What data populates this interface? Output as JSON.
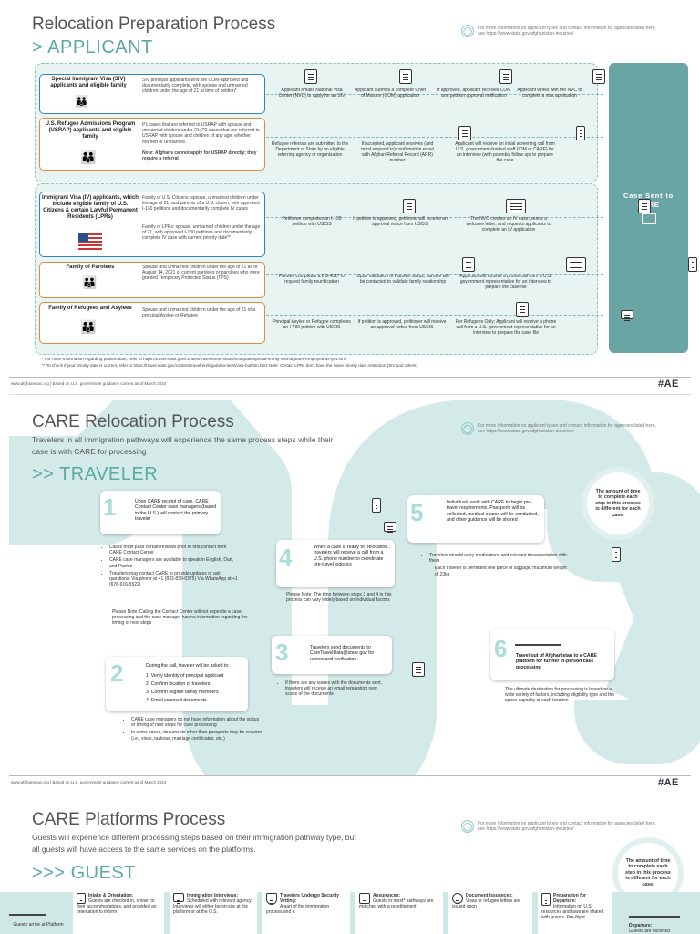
{
  "s1": {
    "title": "Relocation Preparation Process",
    "subtitle": "> APPLICANT",
    "info": "For more information on applicant types and contact information for agencies listed here, see https://www.state.gov/afghanistan-inquiries/",
    "case_sent": "Case Sent to CARE",
    "rows": [
      {
        "title": "Special Immigrant Visa (SIV) applicants and eligible family",
        "desc": "SIV principal applicants who are COM-approved and documentarily complete, with spouse and unmarried children under the age of 21 at time of petition*",
        "steps": [
          "Applicant emails National Visa Center (NVC) to apply for an SIV",
          "Applicant submits a complete Chief of Mission (COM) application",
          "If approved, applicant receives COM and petition approval notification",
          "Applicant works with the NVC to complete a visa application"
        ]
      },
      {
        "title": "U.S. Refugee Admissions Program (USRAP) applicants and eligible family",
        "desc": "P1 cases that are referred to USRAP with spouse and unmarried children under 21; P2 cases that are referred to USRAP with spouse and children of any age, whether married or unmarried.",
        "note": "Note: Afghans cannot apply for USRAP directly; they require a referral",
        "steps": [
          "Refugee referrals are submitted to the Department of State by an eligible referring agency or organization",
          "If accepted, applicant receives (and must respond to) confirmation email with Afghan Referral Record (ARR) number",
          "Applicant will receive an initial screening call from U.S. government-funded staff (IOM or CARE) for an interview (with potential follow up) to prepare the case"
        ]
      },
      {
        "title": "Immigrant Visa (IV) applicants, which include eligible family of U.S. Citizens & certain Lawful Permanent Residents (LPRs)",
        "desc": "Family of U.S. Citizens: spouse, unmarried children under the age of 21, and parents of a U.S. citizen, with approved I-130 petitions and documentarily complete IV cases",
        "desc2": "Family of LPRs: spouse, unmarried children under the age of 21, with approved I-130 petitions and documentarily complete IV case with current priority date**",
        "steps": [
          "Petitioner completes an I-130 petition with USCIS",
          "If petition is approved, petitioner will receive an approval notice from USCIS",
          "The NVC creates an IV case, sends a welcome letter, and requests applicants to complete an IV application"
        ]
      },
      {
        "title": "Family of Parolees",
        "desc": "Spouse and unmarried children under the age of 21 as of August 14, 2021 of current parolees or parolees who were granted Temporary Protected Status (TPS)",
        "steps": [
          "Parolee completes a DS-4317 to request family reunification",
          "Upon validation of Parolee status, parolee will be contacted to validate family relationship",
          "Applicant will receive a phone call from a U.S. government representative for an interview to prepare the case file"
        ]
      },
      {
        "title": "Family of Refugees and Asylees",
        "desc": "Spouse and unmarried children under the age of 21 of a principal Asylee or Refugee",
        "steps": [
          "Principal Asylee or Refugee completes an I-730 petition with USCIS",
          "If petition is approved, petitioner will receive an approval notice from USCIS",
          "For Refugees Only: Applicant will receive a phone call from a U.S. government representative for an interview to prepare the case file"
        ]
      }
    ],
    "footnote1": "*   For more information regarding petition date, refer to https://travel.state.gov/content/travel/en/us-visas/immigrate/special-immig-visa-afghans-employed-us-gov.html",
    "footnote2": "**  To check if your priority date is current, refer to https://travel.state.gov/content/travel/en/legal/visa-law0/visa-bulletin.html  Note: Certain LPRs don't have the same priority date restriction (SIV and others)"
  },
  "footer": {
    "left": "www.afghanevac.org   |   Based on U.S. government guidance current as of March 2024",
    "logo": "#AE"
  },
  "s2": {
    "title": "CARE Relocation Process",
    "intro": "Travelers in all immigration pathways will experience the same process steps while their case is with CARE for processing",
    "subtitle": ">> TRAVELER",
    "info": "For more information on applicant types and contact information for agencies listed here, see https://www.state.gov/afghanistan-inquiries/",
    "clock": "The amount of time to complete each step in this process is different for each case.",
    "step1": {
      "num": "1",
      "text": "Upon CARE receipt of case, CARE Contact Center case managers (based in the U.S.) will contact the primary traveler",
      "bullets": [
        "Cases must pass certain reviews prior to first contact from CARE Contact Center",
        "CARE case managers are available to speak in English, Dari, and Pashto",
        "Travelers may contact CARE to provide updates or ask questions: Via phone at +1 (833-839-0375) Via WhatsApp at +1 (678-916-5522)"
      ],
      "note": "Please Note: Calling the Contact Center will not expedite a case processing and the case manager has no information regarding the timing of next steps"
    },
    "step2": {
      "num": "2",
      "text": "During the call, traveler will be asked to:",
      "items": [
        "1. Verify identity of principal applicant",
        "2. Confirm location of travelers",
        "3. Confirm eligible family members",
        "4. Email scanned documents"
      ],
      "bullets": [
        "CARE case managers do not have information about the status or timing of next steps for case processing",
        "In some cases, documents other than passports may be required (i.e., visas, tazkiras, marriage certificates, etc.)"
      ]
    },
    "step3": {
      "num": "3",
      "text": "Travelers send documents to CareTravelData@state.gov for review and verification",
      "bullets": [
        "If there are any issues with the documents sent, travelers will receive an email requesting new scans of the documents"
      ]
    },
    "step4": {
      "num": "4",
      "text": "When a case is ready for relocation, travelers will receive a call from a U.S. phone number to coordinate pre-travel logistics",
      "note": "Please Note: The time between steps 3 and 4 in this process can vary widely based on individual factors"
    },
    "step5": {
      "num": "5",
      "text": "Individuals work with CARE to begin pre-travel requirements. Passports will be collected, medical exams will be conducted, and other guidance will be shared",
      "bullets": [
        "Travelers should carry medications and relevant documentation with them",
        "Each traveler is permitted one piece of luggage, maximum weight of 23kg"
      ]
    },
    "step6": {
      "num": "6",
      "text": "Travel out of Afghanistan to a CARE platform for further in-person case processing",
      "bullets": [
        "The ultimate destination for processing is based on a wide variety of factors, including eligibility type and the space capacity at each location"
      ]
    }
  },
  "s3": {
    "title": "CARE Platforms Process",
    "intro": "Guests will experience different processing steps based on their immigration pathway type, but all guests will have access to the same services on the platforms.",
    "subtitle": ">>>   GUEST",
    "info": "For more information on applicant types and contact information for agencies listed here, see https://www.state.gov/afghanistan-inquiries/",
    "clock": "The amount of time to complete each step in this process is different for each case.",
    "steps": [
      {
        "label": "Guests arrive at Platform"
      },
      {
        "title": "Intake & Orientation:",
        "text": "Guests are checked in, shown to their accommodations, and provided an orientation to inform"
      },
      {
        "title": "Immigration Interviews:",
        "text": "Scheduled with relevant agency. Interviews will either be on-site at the platform or at the U.S."
      },
      {
        "title": "Travelers Undergo Security Vetting:",
        "text": "A part of the immigration process and a"
      },
      {
        "title": "Assurances:",
        "text": "Guests in most* pathways are matched with a resettlement"
      },
      {
        "title": "Document Issuances:",
        "text": "Visas or refugee letters are issued upon"
      },
      {
        "title": "Preparation for Departure:",
        "text": "Information on U.S. resources and laws are shared with guests. Pre-flight"
      },
      {
        "title": "Departure:",
        "text": "Guests are escorted"
      }
    ]
  }
}
